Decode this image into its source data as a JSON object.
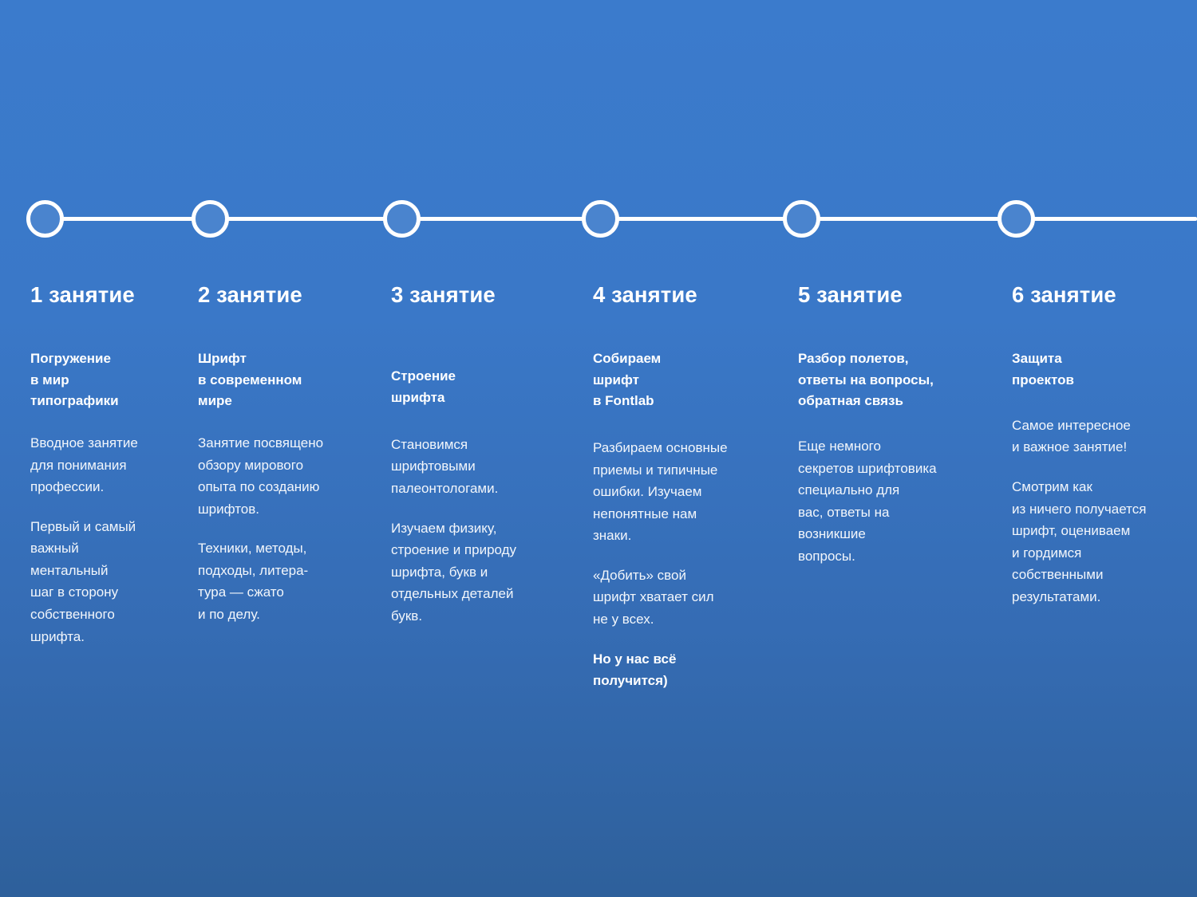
{
  "theme": {
    "background_top": "#3b7bcc",
    "background_bottom": "#2e609b",
    "line_color": "#ffffff",
    "node_fill": "#4a84ce",
    "text_color": "#ffffff"
  },
  "timeline": {
    "node_count": 6,
    "nodes": [
      {
        "label": "1 занятие"
      },
      {
        "label": "2 занятие"
      },
      {
        "label": "3 занятие"
      },
      {
        "label": "4 занятие"
      },
      {
        "label": "5 занятие"
      },
      {
        "label": "6 занятие"
      }
    ]
  },
  "columns": [
    {
      "title": "1 занятие",
      "subtitle": "Погружение\nв мир\nтипографики",
      "paragraphs": [
        "Вводное занятие\nдля понимания\nпрофессии.",
        "Первый и самый\nважный\nментальный\nшаг в сторону\nсобственного\nшрифта."
      ],
      "bold_paragraph": ""
    },
    {
      "title": "2 занятие",
      "subtitle": "Шрифт\nв современном\nмире",
      "paragraphs": [
        "Занятие посвящено\nобзору мирового\nопыта по созданию\nшрифтов.",
        "Техники, методы,\nподходы, литера-\nтура — сжато\nи по делу."
      ],
      "bold_paragraph": ""
    },
    {
      "title": "3 занятие",
      "subtitle": "Строение\nшрифта",
      "paragraphs": [
        "Становимся\nшрифтовыми\nпалеонтологами.",
        "Изучаем физику,\nстроение и природу\nшрифта, букв и\nотдельных деталей\nбукв."
      ],
      "bold_paragraph": ""
    },
    {
      "title": "4 занятие",
      "subtitle": "Собираем\nшрифт\nв Fontlab",
      "paragraphs": [
        "Разбираем основные\nприемы и типичные\nошибки. Изучаем\nнепонятные нам\nзнаки.",
        "«Добить» свой\nшрифт хватает сил\nне у всех."
      ],
      "bold_paragraph": "Но у нас всё\nполучится)"
    },
    {
      "title": "5 занятие",
      "subtitle": "Разбор полетов,\nответы на вопросы,\nобратная связь",
      "paragraphs": [
        "Еще немного\nсекретов шрифтовика\nспециально для\nвас, ответы на\nвозникшие\nвопросы."
      ],
      "bold_paragraph": ""
    },
    {
      "title": "6 занятие",
      "subtitle": "Защита\nпроектов",
      "paragraphs": [
        "Самое интересное\nи важное занятие!",
        "Смотрим как\nиз ничего получается\nшрифт, оцениваем\nи гордимся\nсобственными\nрезультатами."
      ],
      "bold_paragraph": ""
    }
  ]
}
